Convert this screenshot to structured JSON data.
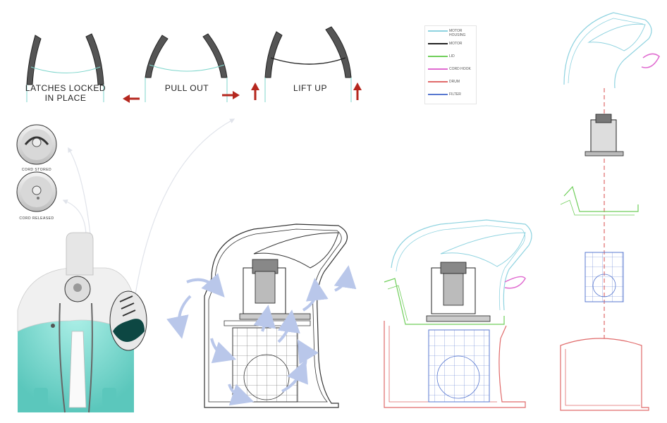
{
  "steps": {
    "latches": "LATCHES LOCKED\nIN PLACE",
    "pull_out": "PULL  OUT",
    "lift_up": "LIFT  UP"
  },
  "cord": {
    "stored": "CORD STORED",
    "released": "CORD RELEASED"
  },
  "legend": [
    {
      "label": "MOTOR HOUSING",
      "color": "#8fd3e0"
    },
    {
      "label": "MOTOR",
      "color": "#222222"
    },
    {
      "label": "LID",
      "color": "#6fce5a"
    },
    {
      "label": "CORD HOOK",
      "color": "#e06bd0"
    },
    {
      "label": "DRUM",
      "color": "#e06a6a"
    },
    {
      "label": "FILTER",
      "color": "#5878d0"
    }
  ],
  "colors": {
    "teal_body": "#7fd6cc",
    "arrow_red": "#b5271e",
    "flow_blue": "#b9c7ea"
  },
  "icons": [
    "cord-stored-icon",
    "cord-released-icon",
    "red-arrow-icon",
    "airflow-arrow-icon"
  ]
}
